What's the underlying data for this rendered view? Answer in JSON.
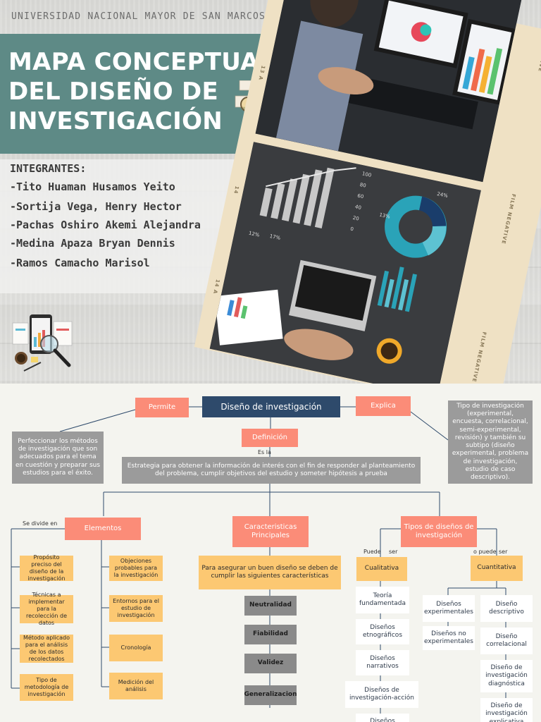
{
  "cover": {
    "university": "UNIVERSIDAD NACIONAL MAYOR DE SAN MARCOS",
    "title_lines": [
      "MAPA CONCEPTUAL",
      "DEL DISEÑO DE",
      "INVESTIGACIÓN"
    ],
    "integrantes_label": "INTEGRANTES:",
    "members": [
      "-Tito Huaman Husamos Yeito",
      "-Sortija Vega, Henry Hector",
      "-Pachas Oshiro Akemi Alejandra",
      "-Medina Apaza Bryan Dennis",
      "-Ramos Camacho Marisol"
    ],
    "film": {
      "negative": "FILM NEGATIVE",
      "frame_a": "13 A",
      "frame_b": "14",
      "frame_c": "14 A",
      "arrow": "→"
    },
    "chart_ticks": [
      "100",
      "80",
      "60",
      "40",
      "20",
      "0"
    ],
    "pie_pcts": [
      "24%",
      "13%",
      "12%",
      "17%"
    ]
  },
  "map": {
    "root": "Diseño de investigación",
    "permite": "Permite",
    "explica": "Explica",
    "definicion": "Definición",
    "es_la": "Es la",
    "permite_text": "Perfeccionar los métodos de investigación que son adecuados para el tema en cuestión y preparar sus estudios para el éxito.",
    "explica_text": "Tipo de investigación (experimental, encuesta, correlacional, semi-experimental, revisión) y también su subtipo (diseño experimental, problema de investigación, estudio de caso descriptivo).",
    "definicion_text": "Estrategia para obtener la información de interés con el fin de responder al planteamiento del problema, cumplir objetivos del estudio y someter hipótesis a prueba",
    "se_divide_en": "Se divide en",
    "elementos": "Elementos",
    "caracteristicas": "Caracteristicas Principales",
    "tipos": "Tipos de diseños de investigación",
    "elementos_left": [
      "Propósito preciso del diseño de la investigación",
      "Técnicas a implementar para la recolección de datos",
      "Método aplicado para el análisis de los datos recolectados",
      "Tipo de metodología de investigación"
    ],
    "elementos_right": [
      "Objeciones probables para la investigación",
      "Entornos para el estudio de investigación",
      "Cronología",
      "Medición del análisis"
    ],
    "caracteristicas_intro": "Para asegurar un buen diseño se deben de cumplir las siguientes características",
    "caracteristicas_items": [
      "Neutralidad",
      "Fiabilidad",
      "Validez",
      "Generalizacion"
    ],
    "puede": "Puede",
    "ser": "ser",
    "o_puede": "o puede",
    "ser2": "ser",
    "cualitativa": "Cualitativa",
    "cuantitativa": "Cuantitativa",
    "cualitativa_items": [
      "Teoría fundamentada",
      "Diseños etnográficos",
      "Diseños narrativos",
      "Diseños de investigación-acción",
      "Diseños"
    ],
    "cuantitativa_left": [
      "Diseños experimentales",
      "Diseños no experimentales"
    ],
    "cuantitativa_right": [
      "Diseño descriptivo",
      "Diseño correlacional",
      "Diseño de investigación diagnóstica",
      "Diseño de investigación explicativa"
    ]
  }
}
